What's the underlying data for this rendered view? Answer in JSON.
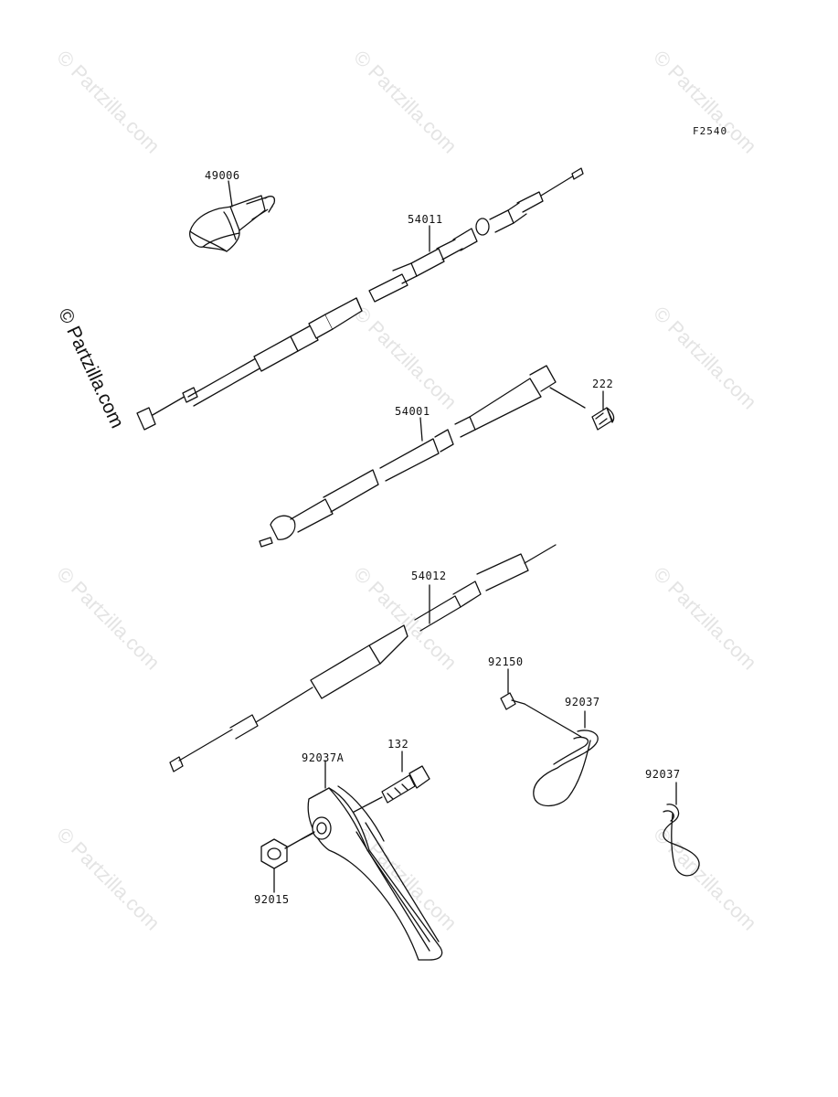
{
  "figure_code": "F2540",
  "watermark_text": "© Partzilla.com",
  "side_watermark": "© Partzilla.com",
  "parts": {
    "p49006": "49006",
    "p54011": "54011",
    "p222": "222",
    "p54001": "54001",
    "p54012": "54012",
    "p92150": "92150",
    "p92037_a": "92037",
    "p92037_b": "92037",
    "p132": "132",
    "p92037A": "92037A",
    "p92015": "92015"
  }
}
